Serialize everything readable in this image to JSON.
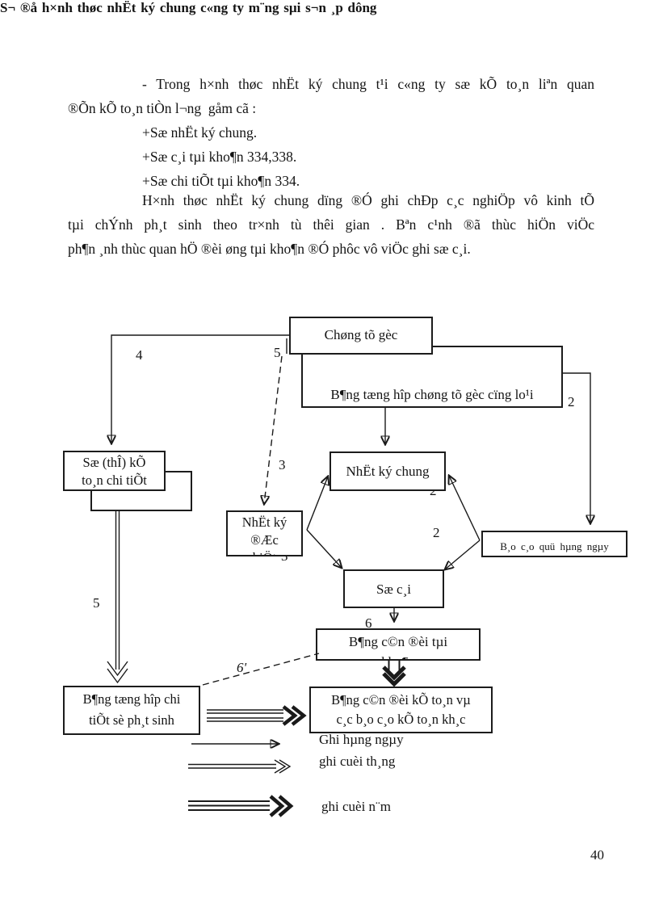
{
  "page": {
    "background": "#ffffff",
    "text_color": "#1a1a1a",
    "page_number": "40"
  },
  "intro": {
    "line1": "- Trong h×nh thøc nhËt ký chung t¹i c«ng ty sæ kÕ to¸n liªn quan",
    "line2": "®Õn kÕ to¸n tiÒn l¬ng  gåm cã :",
    "bullet1": "+Sæ nhËt ký chung.",
    "bullet2": "+Sæ c¸i tµi kho¶n 334,338.",
    "bullet3": "+Sæ chi tiÕt tµi kho¶n 334.",
    "para2_line1": "H×nh thøc nhËt ký chung dïng ®Ó ghi chÐp c¸c nghiÖp vô kinh tÕ",
    "para2_line2": "tµi chÝnh ph¸t sinh theo tr×nh tù thêi gian . Bªn c¹nh ®ã thùc hiÖn viÖc",
    "para2_line3": "ph¶n ¸nh thùc quan hÖ ®èi øng tµi kho¶n ®Ó phôc vô viÖc ghi sæ c¸i."
  },
  "diagram": {
    "title": "S¬ ®å h×nh thøc nhËt ký chung c«ng ty m¨ng sµi s¬n ¸p dông",
    "boxes": {
      "chung_tu_goc": "Chøng tõ gèc",
      "bang_tong_hop_chung_tu": "B¶ng tæng hîp chøng tõ gèc cïng lo¹i",
      "so_the_line1": "Sæ (thÎ) kÕ",
      "so_the_line2": "to¸n chi tiÕt",
      "nhat_ky_chung": "NhËt ký chung",
      "nhat_ky_dac_biet_line1": "NhËt ký",
      "nhat_ky_dac_biet_line2": "®Æc",
      "nhat_ky_dac_biet_line3": "biÖt",
      "bao_cao_quy": "B¸o c¸o quü hµng ngµy",
      "so_cai": "Sæ c¸i",
      "bang_can_doi_tk_line1": "B¶ng c©n ®èi tµi",
      "bang_can_doi_tk_line2": "kho¶n",
      "bang_can_doi_kt_line1": "B¶ng c©n ®èi kÕ to¸n vµ",
      "bang_can_doi_kt_line2": "c¸c b¸o c¸o kÕ to¸n kh¸c",
      "bang_tong_hop_chi_tiet_line1": "B¶ng tæng hîp chi",
      "bang_tong_hop_chi_tiet_line2": "tiÕt sè ph¸t sinh"
    },
    "step_labels": {
      "s4": "4",
      "s5_top": "5",
      "s3_dashed": "3",
      "s3_below": "3",
      "s2_nkc": "2",
      "s2_mid": "2",
      "s2_right": "2",
      "s5_left": "5",
      "s6": "6",
      "s6_prime": "6'"
    }
  },
  "legend": {
    "daily": "Ghi hµng ngµy",
    "monthly": "ghi cuèi th¸ng",
    "yearly": "ghi cuèi n¨m"
  }
}
